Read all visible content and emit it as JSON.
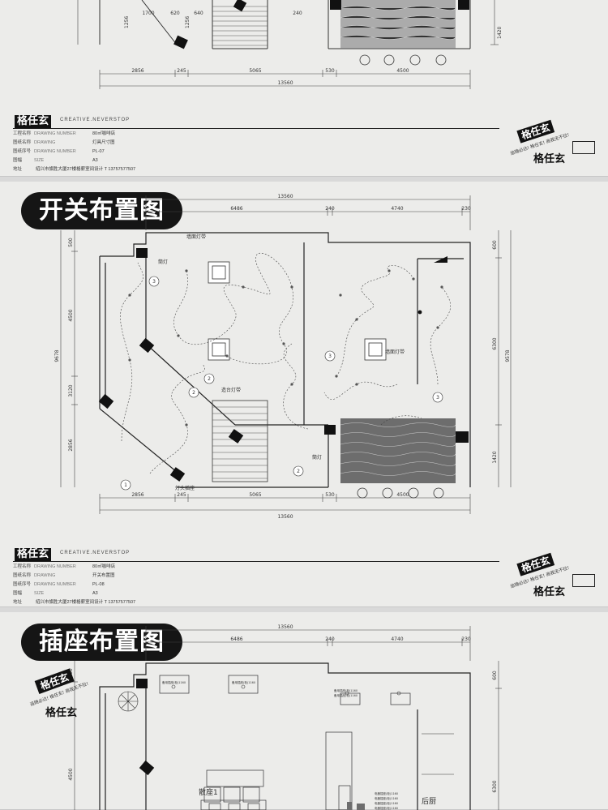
{
  "sheets": [
    {
      "banner": "",
      "dims_top": [
        "2856",
        "245",
        "5065",
        "530",
        "4500"
      ],
      "dim_total": "13560",
      "dims_upper": [
        "1700",
        "620",
        "640",
        "240"
      ],
      "dims_left": [
        "1256",
        "1256"
      ],
      "dims_right": [
        "1420"
      ],
      "labels": [],
      "title_block": {
        "logo": "格任玄",
        "tagline": "CREATIVE.NEVERSTOP",
        "rows": [
          {
            "k": "工程名称",
            "e": "DRAWING NUMBER",
            "v": "80㎡咖啡店"
          },
          {
            "k": "图纸名称",
            "e": "DRAWING",
            "v": "灯具尺寸图"
          },
          {
            "k": "图纸序号",
            "e": "DRAWING NUMBER",
            "v": "PL-07"
          },
          {
            "k": "图幅",
            "e": "SIZE",
            "v": "A3"
          },
          {
            "k": "地址",
            "e": "",
            "v": "绍兴市旗胜大厦27楼格薪室间设计  T 13757577507"
          }
        ],
        "stamp_brand": "格任玄",
        "stamp_slogan": "追随必达! 格任玄! 商我无不拉!"
      }
    },
    {
      "banner": "开关布置图",
      "dims_top": [
        "2856",
        "245",
        "5065",
        "530",
        "4500"
      ],
      "dim_total": "13560",
      "dims_upper": [
        "6486",
        "240",
        "4740",
        "230"
      ],
      "dims_left": [
        "500",
        "4500",
        "3120",
        "2856"
      ],
      "dims_left_total": "9678",
      "dims_right": [
        "600",
        "6300",
        "1420"
      ],
      "dims_right_total": "9578",
      "labels": [
        "墙面灯带",
        "筒灯",
        "墙面灯带",
        "造台灯带",
        "灯头插座",
        "筒灯"
      ],
      "title_block": {
        "logo": "格任玄",
        "tagline": "CREATIVE.NEVERSTOP",
        "rows": [
          {
            "k": "工程名称",
            "e": "DRAWING NUMBER",
            "v": "80㎡咖啡店"
          },
          {
            "k": "图纸名称",
            "e": "DRAWING",
            "v": "开关布置图"
          },
          {
            "k": "图纸序号",
            "e": "DRAWING NUMBER",
            "v": "PL-08"
          },
          {
            "k": "图幅",
            "e": "SIZE",
            "v": "A3"
          },
          {
            "k": "地址",
            "e": "",
            "v": "绍兴市旗胜大厦27楼格薪室间设计  T 13757577507"
          }
        ],
        "stamp_brand": "格任玄",
        "stamp_slogan": "追随必达! 格任玄! 商我无不拉!"
      }
    },
    {
      "banner": "插座布置图",
      "dims_top": [],
      "dim_total": "13560",
      "dims_upper": [
        "6486",
        "240",
        "4740",
        "230"
      ],
      "dims_left": [
        "500",
        "4500"
      ],
      "dims_right": [
        "600",
        "6300"
      ],
      "labels": [
        "散座1",
        "后厨"
      ],
      "watermark_brand": "格任玄",
      "watermark_slogan": "追随必达! 格任玄! 商我无不拉!"
    }
  ],
  "colors": {
    "paper": "#ececea",
    "ink": "#222222",
    "banner": "#151515"
  }
}
